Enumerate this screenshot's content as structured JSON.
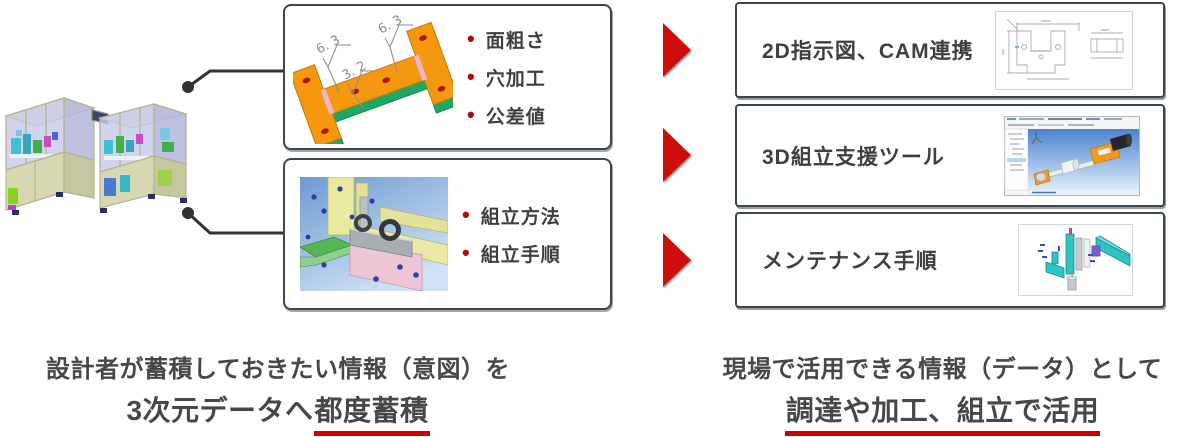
{
  "ui": {
    "bullet_char": "•"
  },
  "colors": {
    "accent_red": "#ce0b0b",
    "underline_red": "#d10000",
    "bullet_red": "#b50909",
    "box_border": "#3c474d",
    "connector": "#323232",
    "text_dark": "#3f3f3f"
  },
  "images": {
    "machine": "assembly-machine-3d-cad-render",
    "part": "machined-part-with-roughness-annotations",
    "assembly": "assembly-cad-view",
    "drawing2d": "2d-technical-drawing",
    "cad_app": "3d-cad-application-screenshot",
    "maintenance": "maintenance-exploded-view"
  },
  "source_boxes": [
    {
      "bullets": [
        "面粗さ",
        "穴加工",
        "公差値"
      ],
      "annotations": [
        "6. 3",
        "3. 2",
        "6. 3"
      ]
    },
    {
      "bullets": [
        "組立方法",
        "組立手順"
      ]
    }
  ],
  "output_boxes": [
    {
      "label": "2D指示図、CAM連携"
    },
    {
      "label": "3D組立支援ツール"
    },
    {
      "label": "メンテナンス手順"
    }
  ],
  "captions": {
    "left": {
      "line1": "設計者が蓄積しておきたい情報（意図）を",
      "line2_prefix": "3次元データへ",
      "line2_underlined": "都度蓄積"
    },
    "right": {
      "line1": "現場で活用できる情報（データ）として",
      "line2_underlined": "調達や加工、組立で活用"
    }
  }
}
